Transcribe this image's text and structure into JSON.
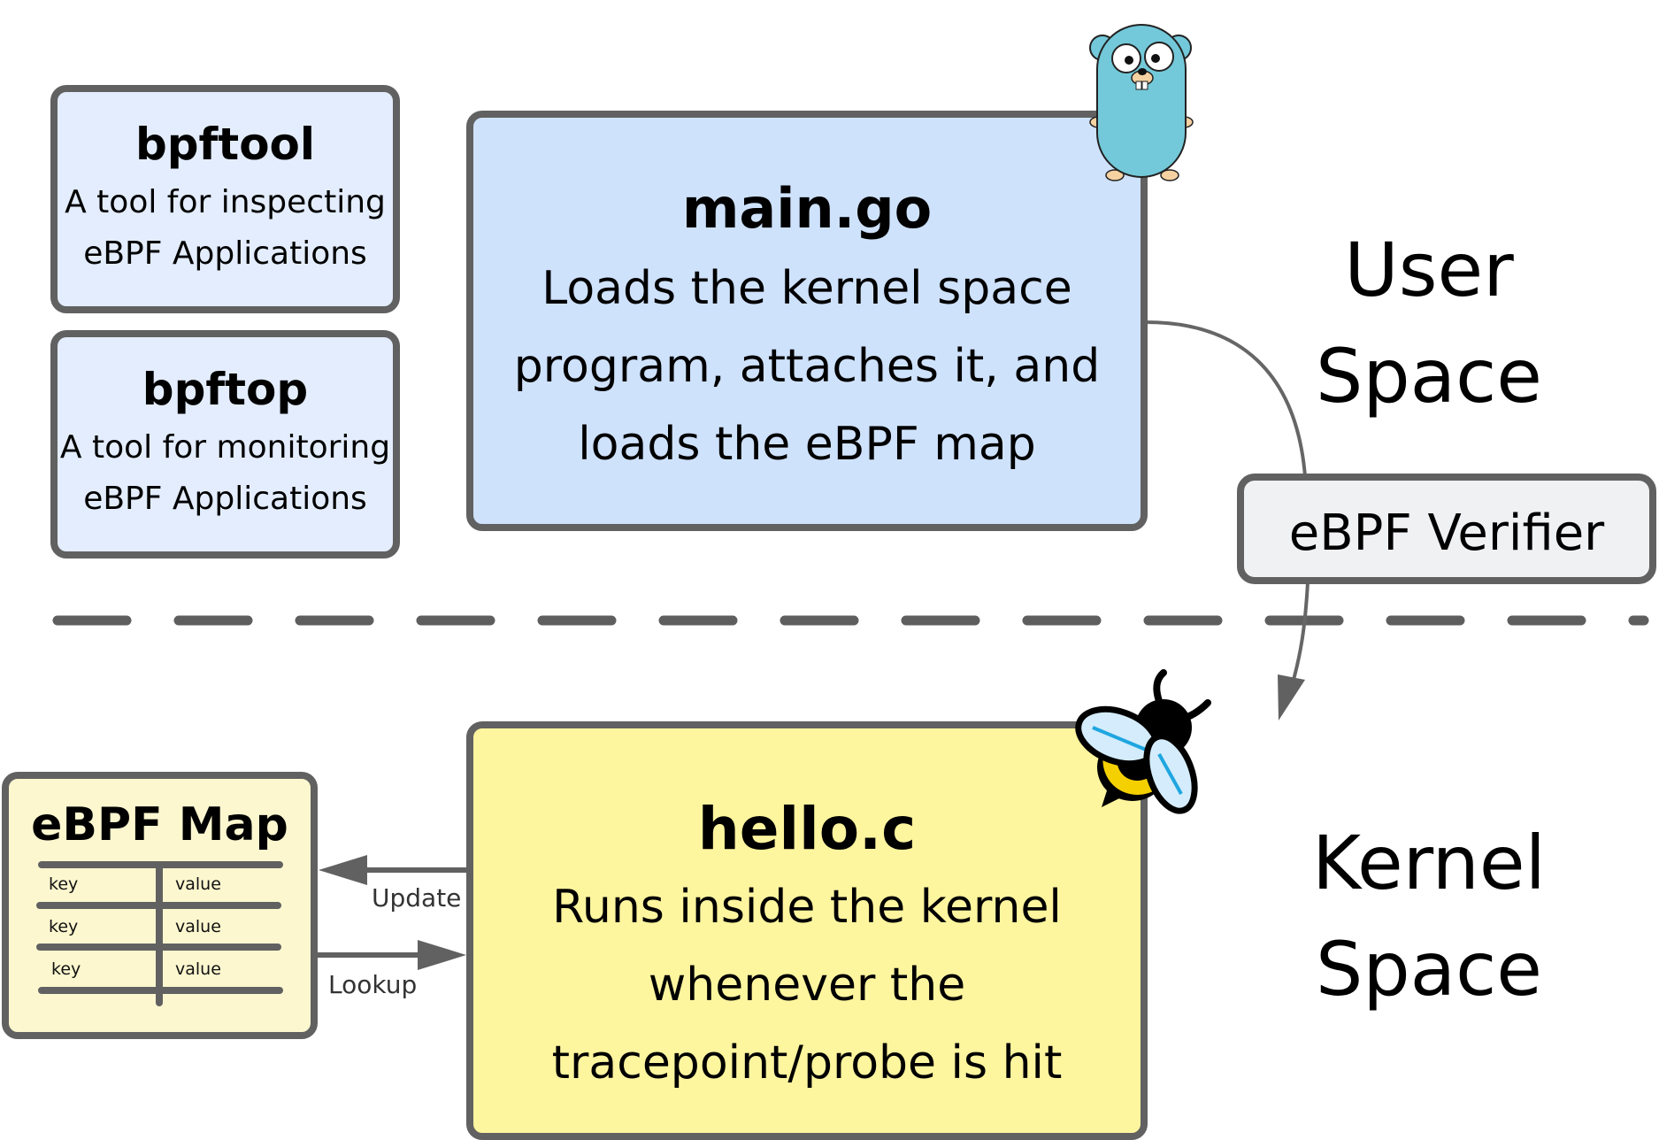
{
  "tools": [
    {
      "title": "bpftool",
      "lines": [
        "A tool for inspecting",
        "eBPF Applications"
      ]
    },
    {
      "title": "bpftop",
      "lines": [
        "A tool for monitoring",
        "eBPF Applications"
      ]
    }
  ],
  "user_program": {
    "title": "main.go",
    "lines": [
      "Loads the kernel space",
      "program, attaches it, and",
      "loads the eBPF map"
    ],
    "mascot": "go-gopher-icon"
  },
  "kernel_program": {
    "title": "hello.c",
    "lines": [
      "Runs inside the kernel",
      "whenever the",
      "tracepoint/probe is hit"
    ],
    "mascot": "ebpf-bee-icon"
  },
  "verifier": {
    "label": "eBPF Verifier"
  },
  "ebpf_map": {
    "title": "eBPF Map",
    "rows": [
      {
        "key": "key",
        "value": "value"
      },
      {
        "key": "key",
        "value": "value"
      },
      {
        "key": "key",
        "value": "value"
      }
    ]
  },
  "arrows": {
    "update": "Update",
    "lookup": "Lookup"
  },
  "regions": {
    "user_space": [
      "User",
      "Space"
    ],
    "kernel_space": [
      "Kernel",
      "Space"
    ]
  },
  "colors": {
    "border": "#616161",
    "tool_box": "#e3edfd",
    "user_box": "#cfe2fc",
    "kernel_box": "#fef59f",
    "map_box": "#fdf7cf",
    "verifier_box": "#f0f1f3"
  }
}
